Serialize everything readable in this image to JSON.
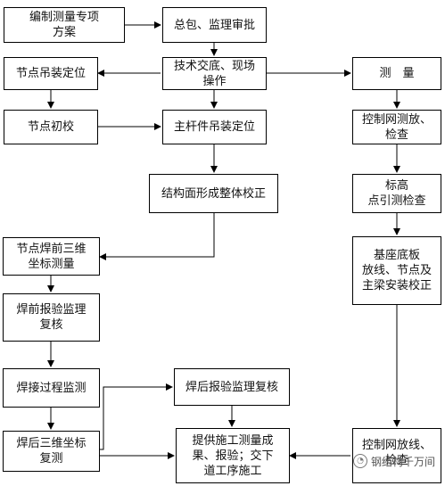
{
  "nodes": {
    "n1": {
      "label": "编制测量专项\n方案"
    },
    "n2": {
      "label": "总包、监理审批"
    },
    "n3": {
      "label": "技术交底、现场\n操作"
    },
    "n4": {
      "label": "节点吊装定位"
    },
    "n5": {
      "label": "测　量"
    },
    "n6": {
      "label": "节点初校"
    },
    "n7": {
      "label": "主杆件吊装定位"
    },
    "n8": {
      "label": "控制网测放、\n检查"
    },
    "n9": {
      "label": "结构面形成整体校正"
    },
    "n10": {
      "label": "标高\n点引测检查"
    },
    "n11": {
      "label": "节点焊前三维\n坐标测量"
    },
    "n12": {
      "label": "基座底板\n放线、节点及\n主梁安装校正"
    },
    "n13": {
      "label": "焊前报验监理\n复核"
    },
    "n14": {
      "label": "焊接过程监测"
    },
    "n15": {
      "label": "焊后报验监理复核"
    },
    "n16": {
      "label": "焊后三维坐标\n复测"
    },
    "n17": {
      "label": "提供施工测量成\n果、报验；交下\n道工序施工"
    },
    "n18": {
      "label": "控制网放线、\n检查"
    }
  },
  "watermark": {
    "icon": "wechat-icon",
    "text": "钢结构千万间"
  },
  "colors": {
    "line": "#000000",
    "box_border": "#000000",
    "text": "#111111"
  }
}
